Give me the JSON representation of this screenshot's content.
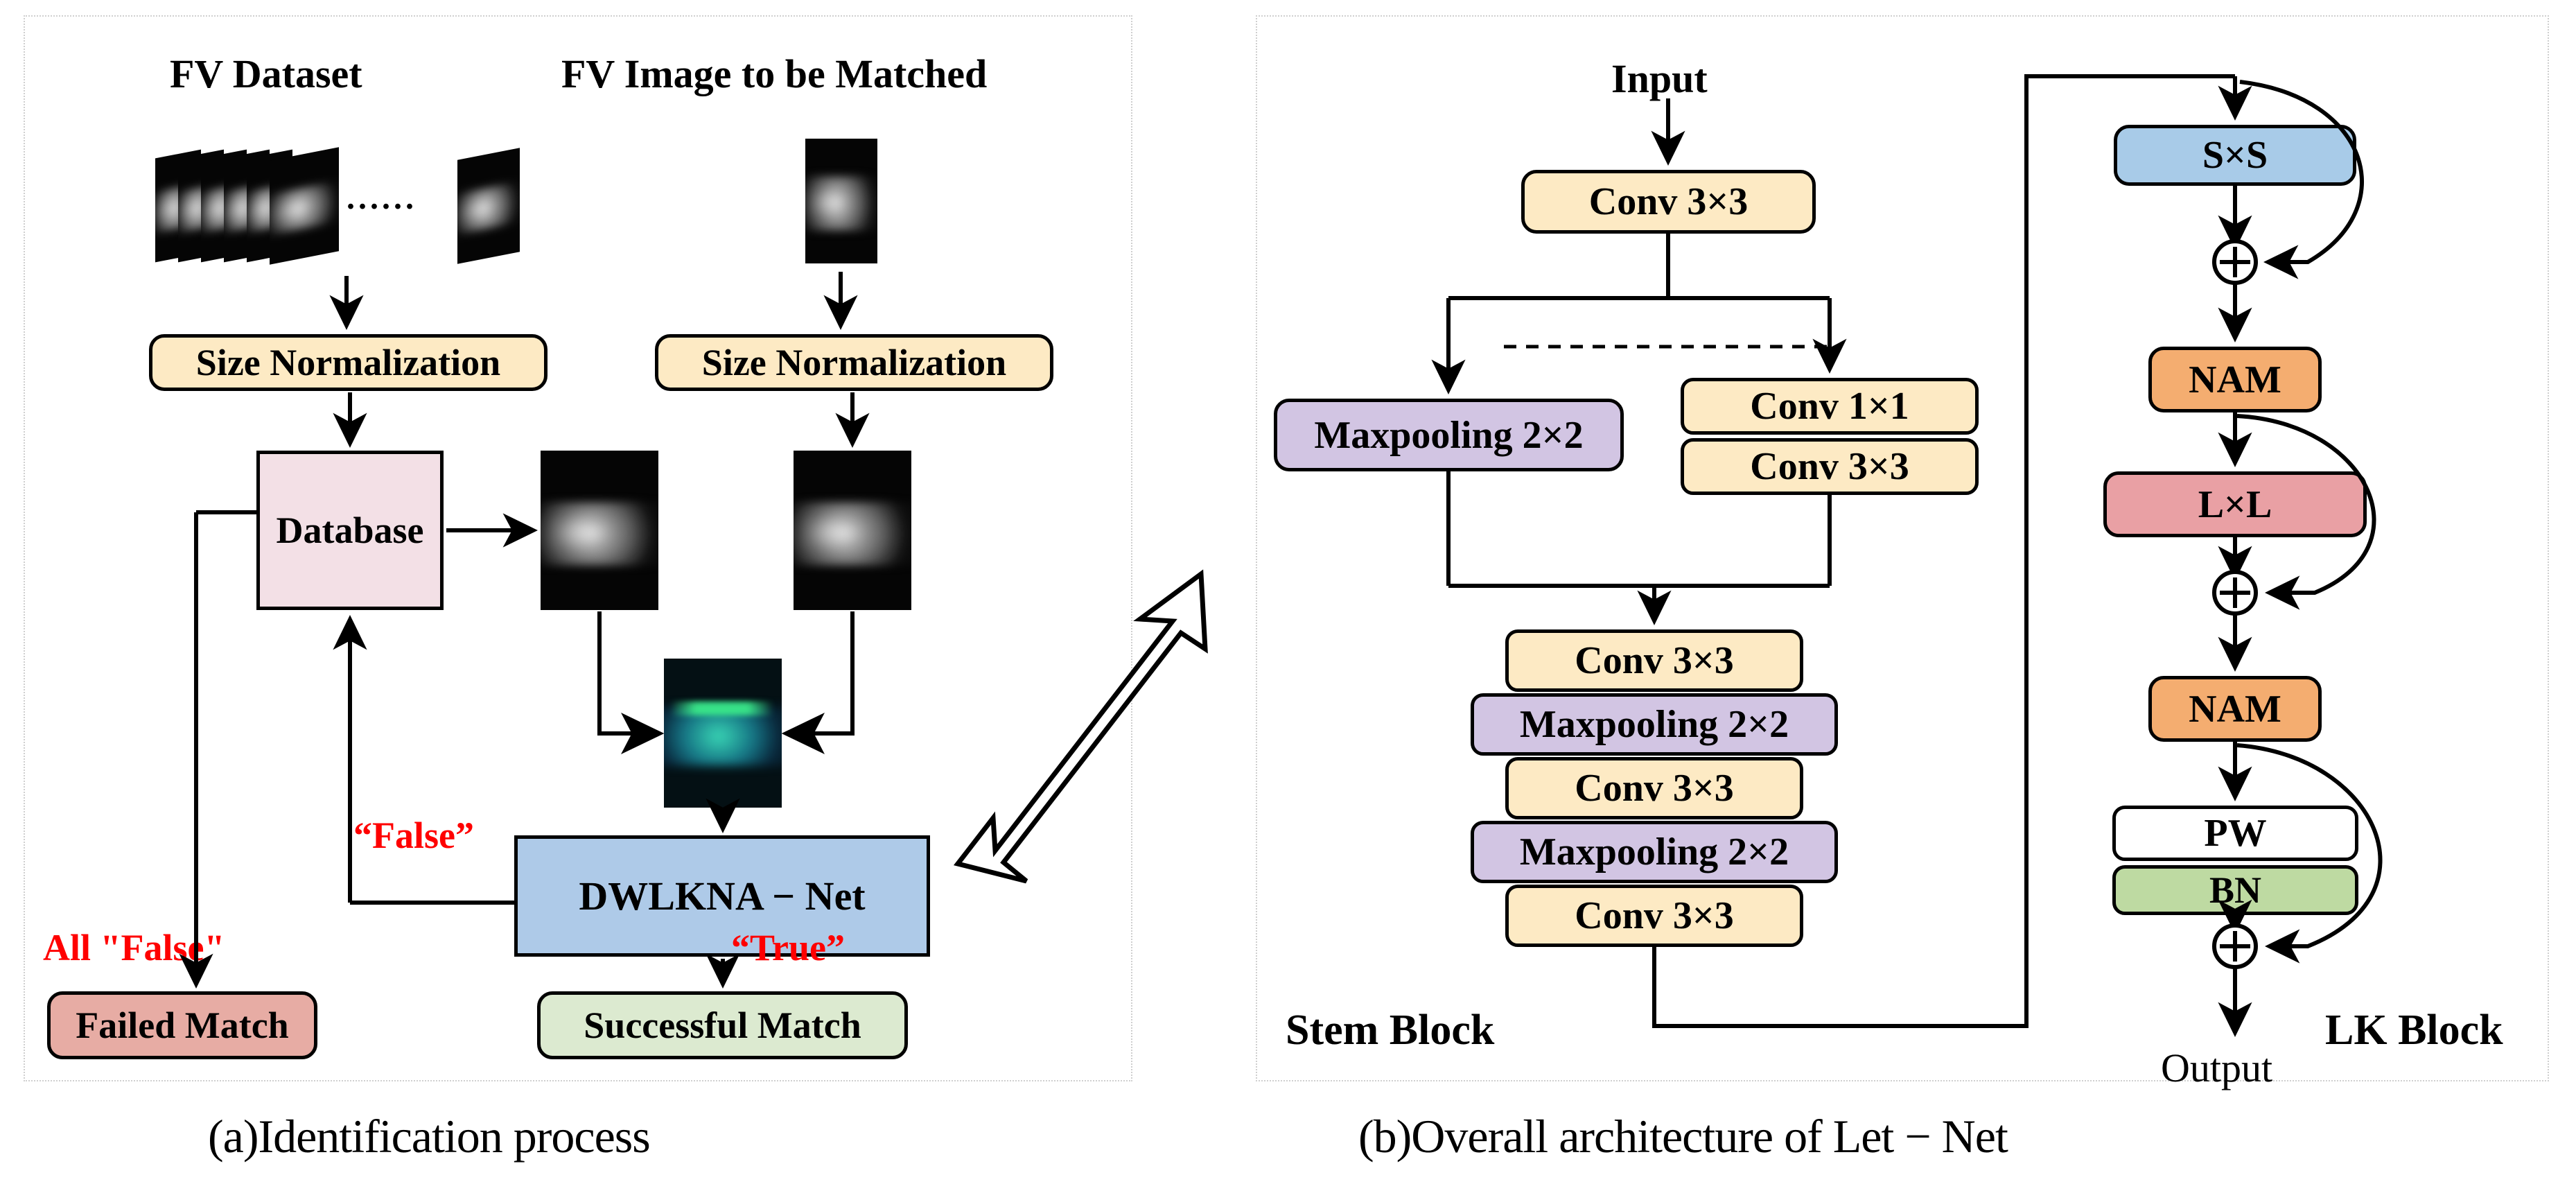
{
  "figure": {
    "panel_a_caption": "(a)Identification process",
    "panel_b_caption": "(b)Overall architecture of  Let − Net"
  },
  "panel_a": {
    "headings": {
      "dataset": "FV Dataset",
      "probe": "FV Image to be Matched"
    },
    "ellipsis": "......",
    "boxes": {
      "size_norm_left": "Size Normalization",
      "size_norm_right": "Size Normalization",
      "database": "Database",
      "network": "DWLKNA − Net",
      "failed": "Failed Match",
      "success": "Successful Match"
    },
    "edge_labels": {
      "false_feedback": "“False”",
      "all_false": "All \"False\"",
      "true": "“True”"
    },
    "colors": {
      "cream": "#fdeac4",
      "pink": "#f3e0e6",
      "blue": "#aecae8",
      "red": "#e7aca4",
      "green": "#dcead0",
      "label_red": "#ff0000"
    }
  },
  "panel_b": {
    "stem_block": {
      "title": "Stem Block",
      "input_label": "Input",
      "head_conv": "Conv 3×3",
      "left_branch": "Maxpooling 2×2",
      "right_branch": [
        "Conv 1×1",
        "Conv 3×3"
      ],
      "tail_stack": [
        {
          "label": "Conv 3×3",
          "kind": "conv"
        },
        {
          "label": "Maxpooling 2×2",
          "kind": "pool"
        },
        {
          "label": "Conv 3×3",
          "kind": "conv"
        },
        {
          "label": "Maxpooling 2×2",
          "kind": "pool"
        },
        {
          "label": "Conv 3×3",
          "kind": "conv"
        }
      ]
    },
    "lk_block": {
      "title": "LK Block",
      "output_label": "Output",
      "stages": [
        {
          "label": "S×S",
          "kind": "small-kernel"
        },
        {
          "label": "NAM",
          "kind": "attention"
        },
        {
          "label": "L×L",
          "kind": "large-kernel"
        },
        {
          "label": "NAM",
          "kind": "attention"
        },
        {
          "label": "PW",
          "kind": "pointwise"
        },
        {
          "label": "BN",
          "kind": "batchnorm"
        }
      ],
      "add_symbol": "+"
    },
    "colors": {
      "cream": "#fdeac4",
      "purple": "#d2c5e3",
      "blue": "#a8cbe8",
      "orange": "#f4ad70",
      "red": "#e9a0a4",
      "green": "#bedaa2",
      "white": "#ffffff"
    }
  }
}
